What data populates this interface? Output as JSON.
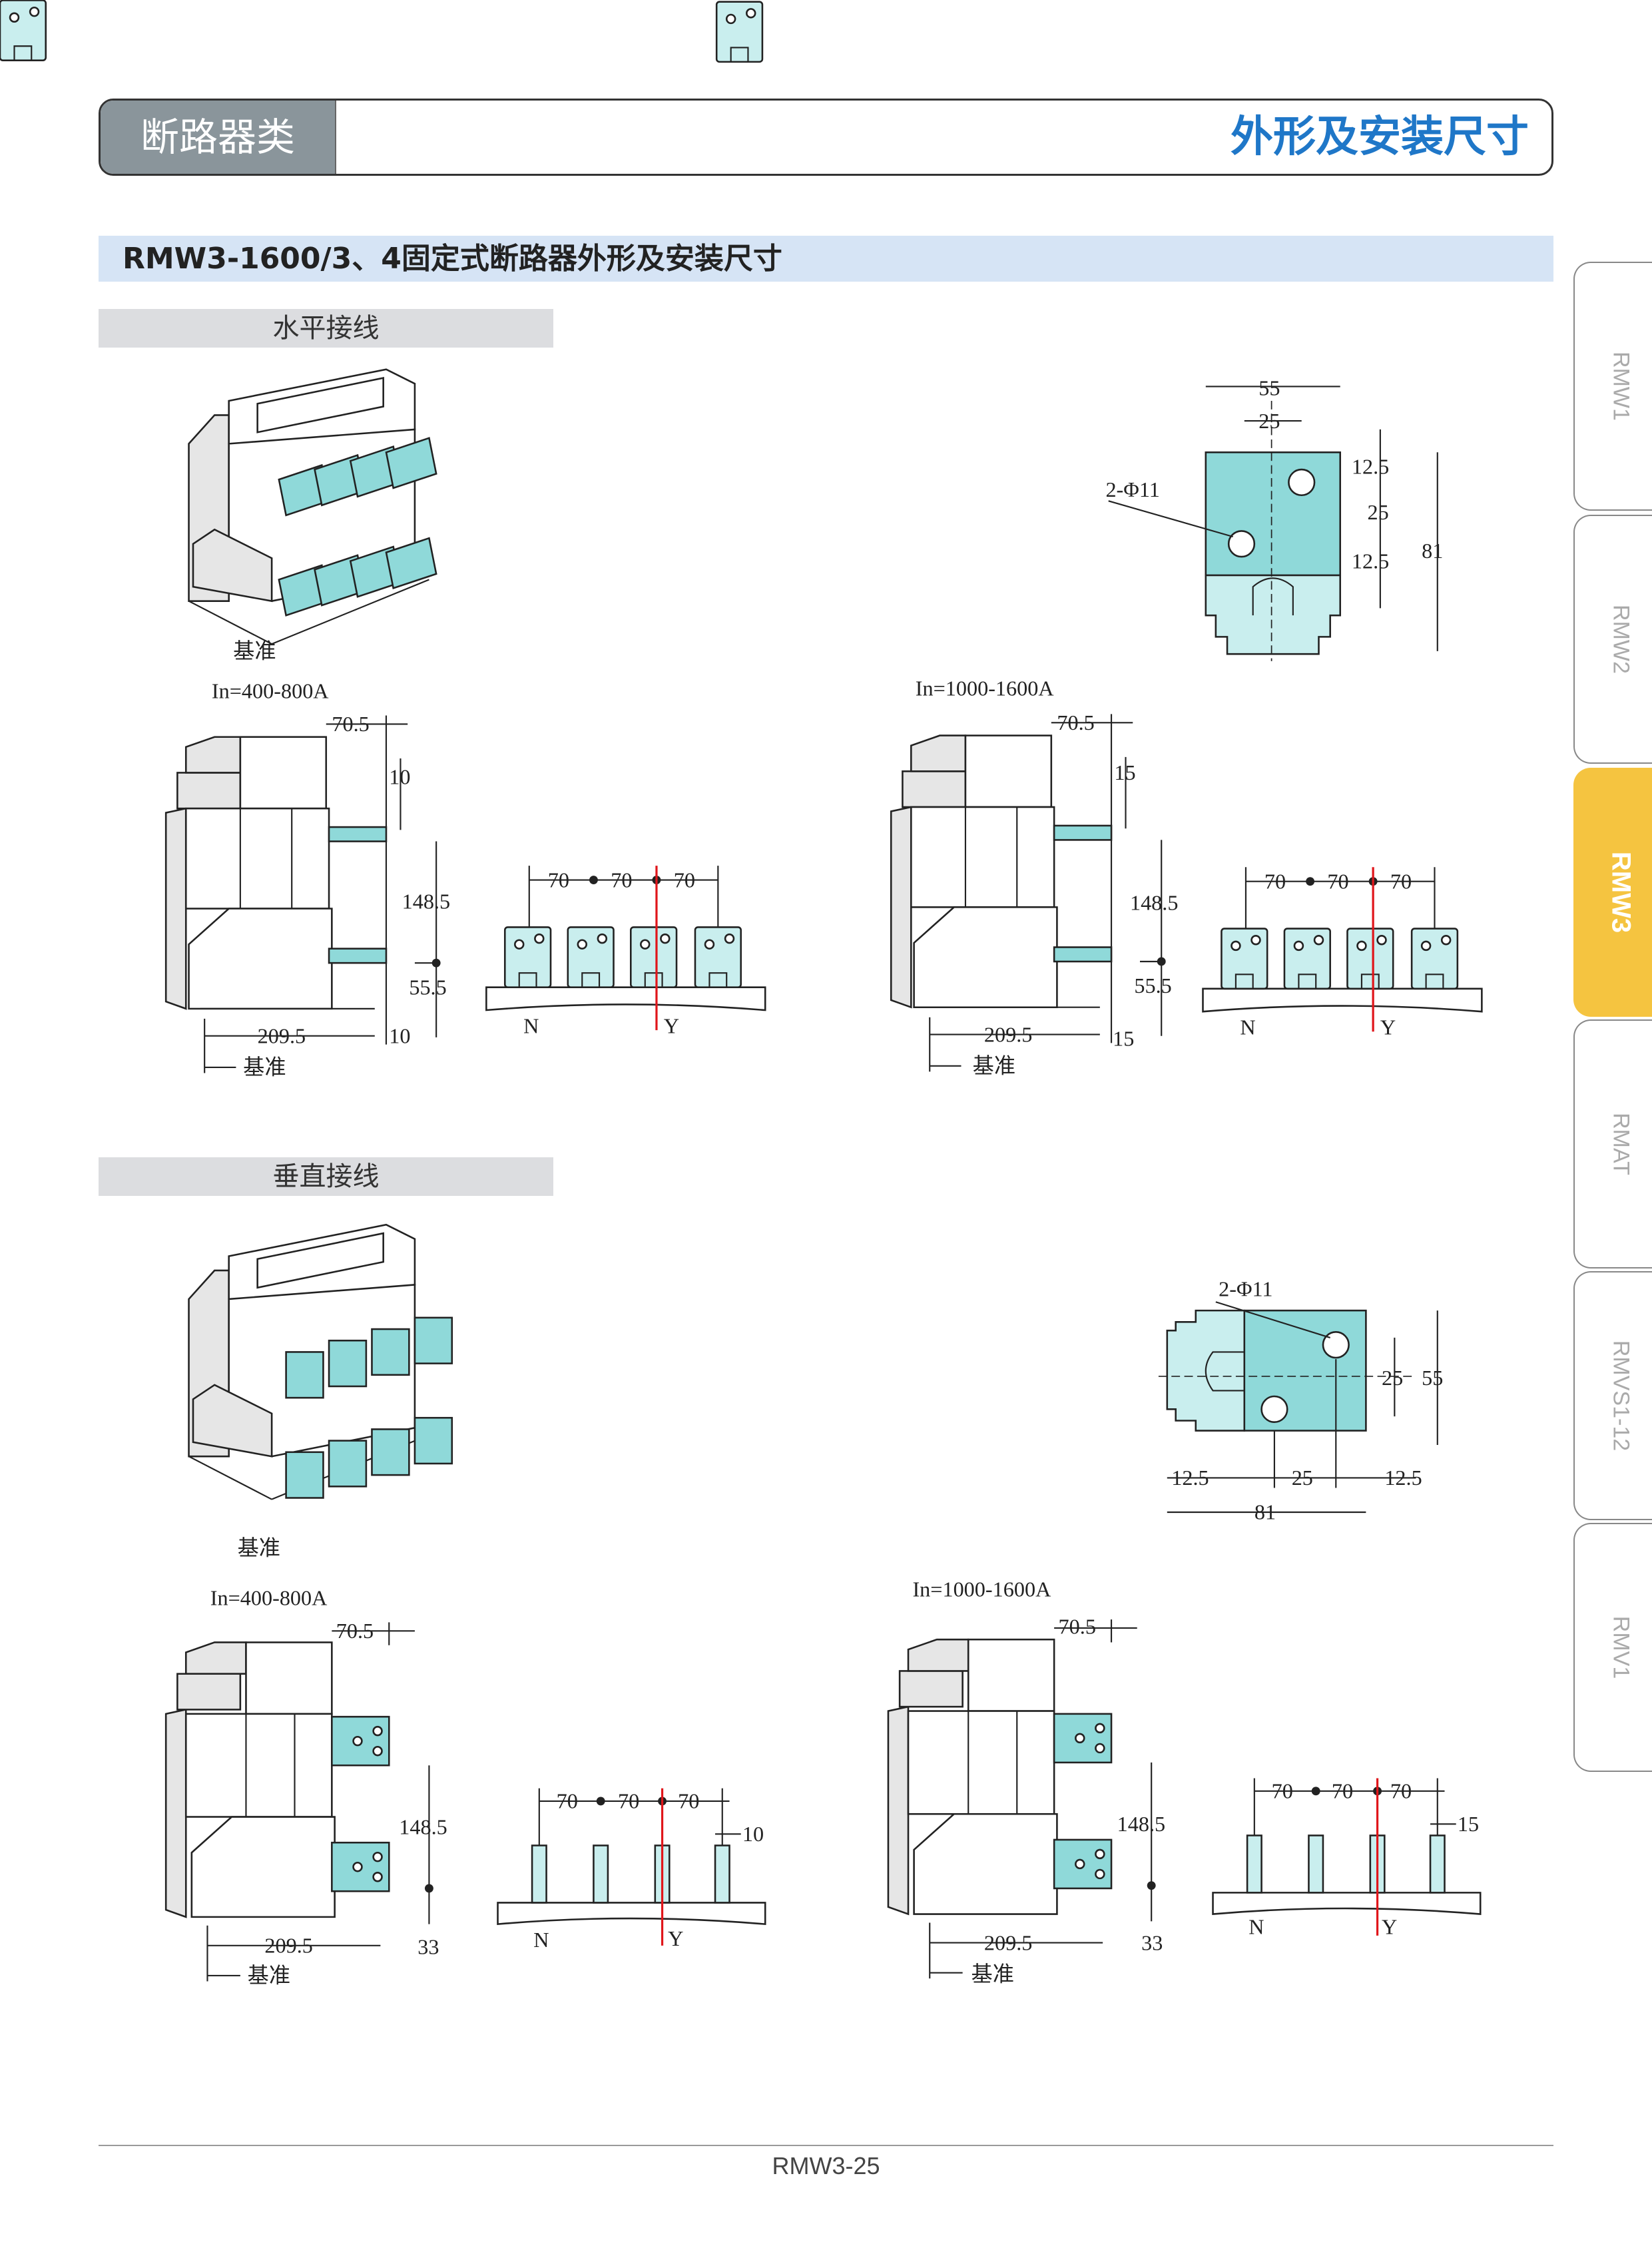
{
  "header": {
    "category": "断路器类",
    "title": "外形及安装尺寸"
  },
  "section_title": "RMW3-1600/3、4固定式断路器外形及安装尺寸",
  "subsections": {
    "horizontal": "水平接线",
    "vertical": "垂直接线"
  },
  "side_tabs": [
    {
      "label": "RMW1",
      "active": false
    },
    {
      "label": "RMW2",
      "active": false
    },
    {
      "label": "RMW3",
      "active": true
    },
    {
      "label": "RMAT",
      "active": false
    },
    {
      "label": "RMVS1-12",
      "active": false
    },
    {
      "label": "RMV1",
      "active": false
    }
  ],
  "horizontal": {
    "datum": "基准",
    "terminal_detail": {
      "w_total": "55",
      "w_hole": "25",
      "holes": "2-Φ11",
      "top": "12.5",
      "mid": "25",
      "bot": "12.5",
      "height": "81"
    },
    "low": {
      "range": "In=400-800A",
      "d70_5": "70.5",
      "d_top": "10",
      "d148_5": "148.5",
      "d55_5": "55.5",
      "d209_5": "209.5",
      "d_bot": "10",
      "datum": "基准",
      "pitch": [
        "70",
        "70",
        "70"
      ],
      "n": "N",
      "y": "Y"
    },
    "high": {
      "range": "In=1000-1600A",
      "d70_5": "70.5",
      "d_top": "15",
      "d148_5": "148.5",
      "d55_5": "55.5",
      "d209_5": "209.5",
      "d_bot": "15",
      "datum": "基准",
      "pitch": [
        "70",
        "70",
        "70"
      ],
      "n": "N",
      "y": "Y"
    }
  },
  "vertical": {
    "datum": "基准",
    "terminal_detail": {
      "holes": "2-Φ11",
      "mid": "25",
      "height": "55",
      "left": "12.5",
      "hole_pitch": "25",
      "right": "12.5",
      "width": "81"
    },
    "low": {
      "range": "In=400-800A",
      "d70_5": "70.5",
      "d148_5": "148.5",
      "d209_5": "209.5",
      "d33": "33",
      "datum": "基准",
      "pitch": [
        "70",
        "70",
        "70"
      ],
      "thick": "10",
      "n": "N",
      "y": "Y"
    },
    "high": {
      "range": "In=1000-1600A",
      "d70_5": "70.5",
      "d148_5": "148.5",
      "d209_5": "209.5",
      "d33": "33",
      "datum": "基准",
      "pitch": [
        "70",
        "70",
        "70"
      ],
      "thick": "15",
      "n": "N",
      "y": "Y"
    }
  },
  "footer": {
    "page": "RMW3-25"
  },
  "colors": {
    "accent": "#1f77c8",
    "tab_active": "#f5c440",
    "terminal": "#8fd9d9",
    "section_bg": "#d6e4f5"
  }
}
